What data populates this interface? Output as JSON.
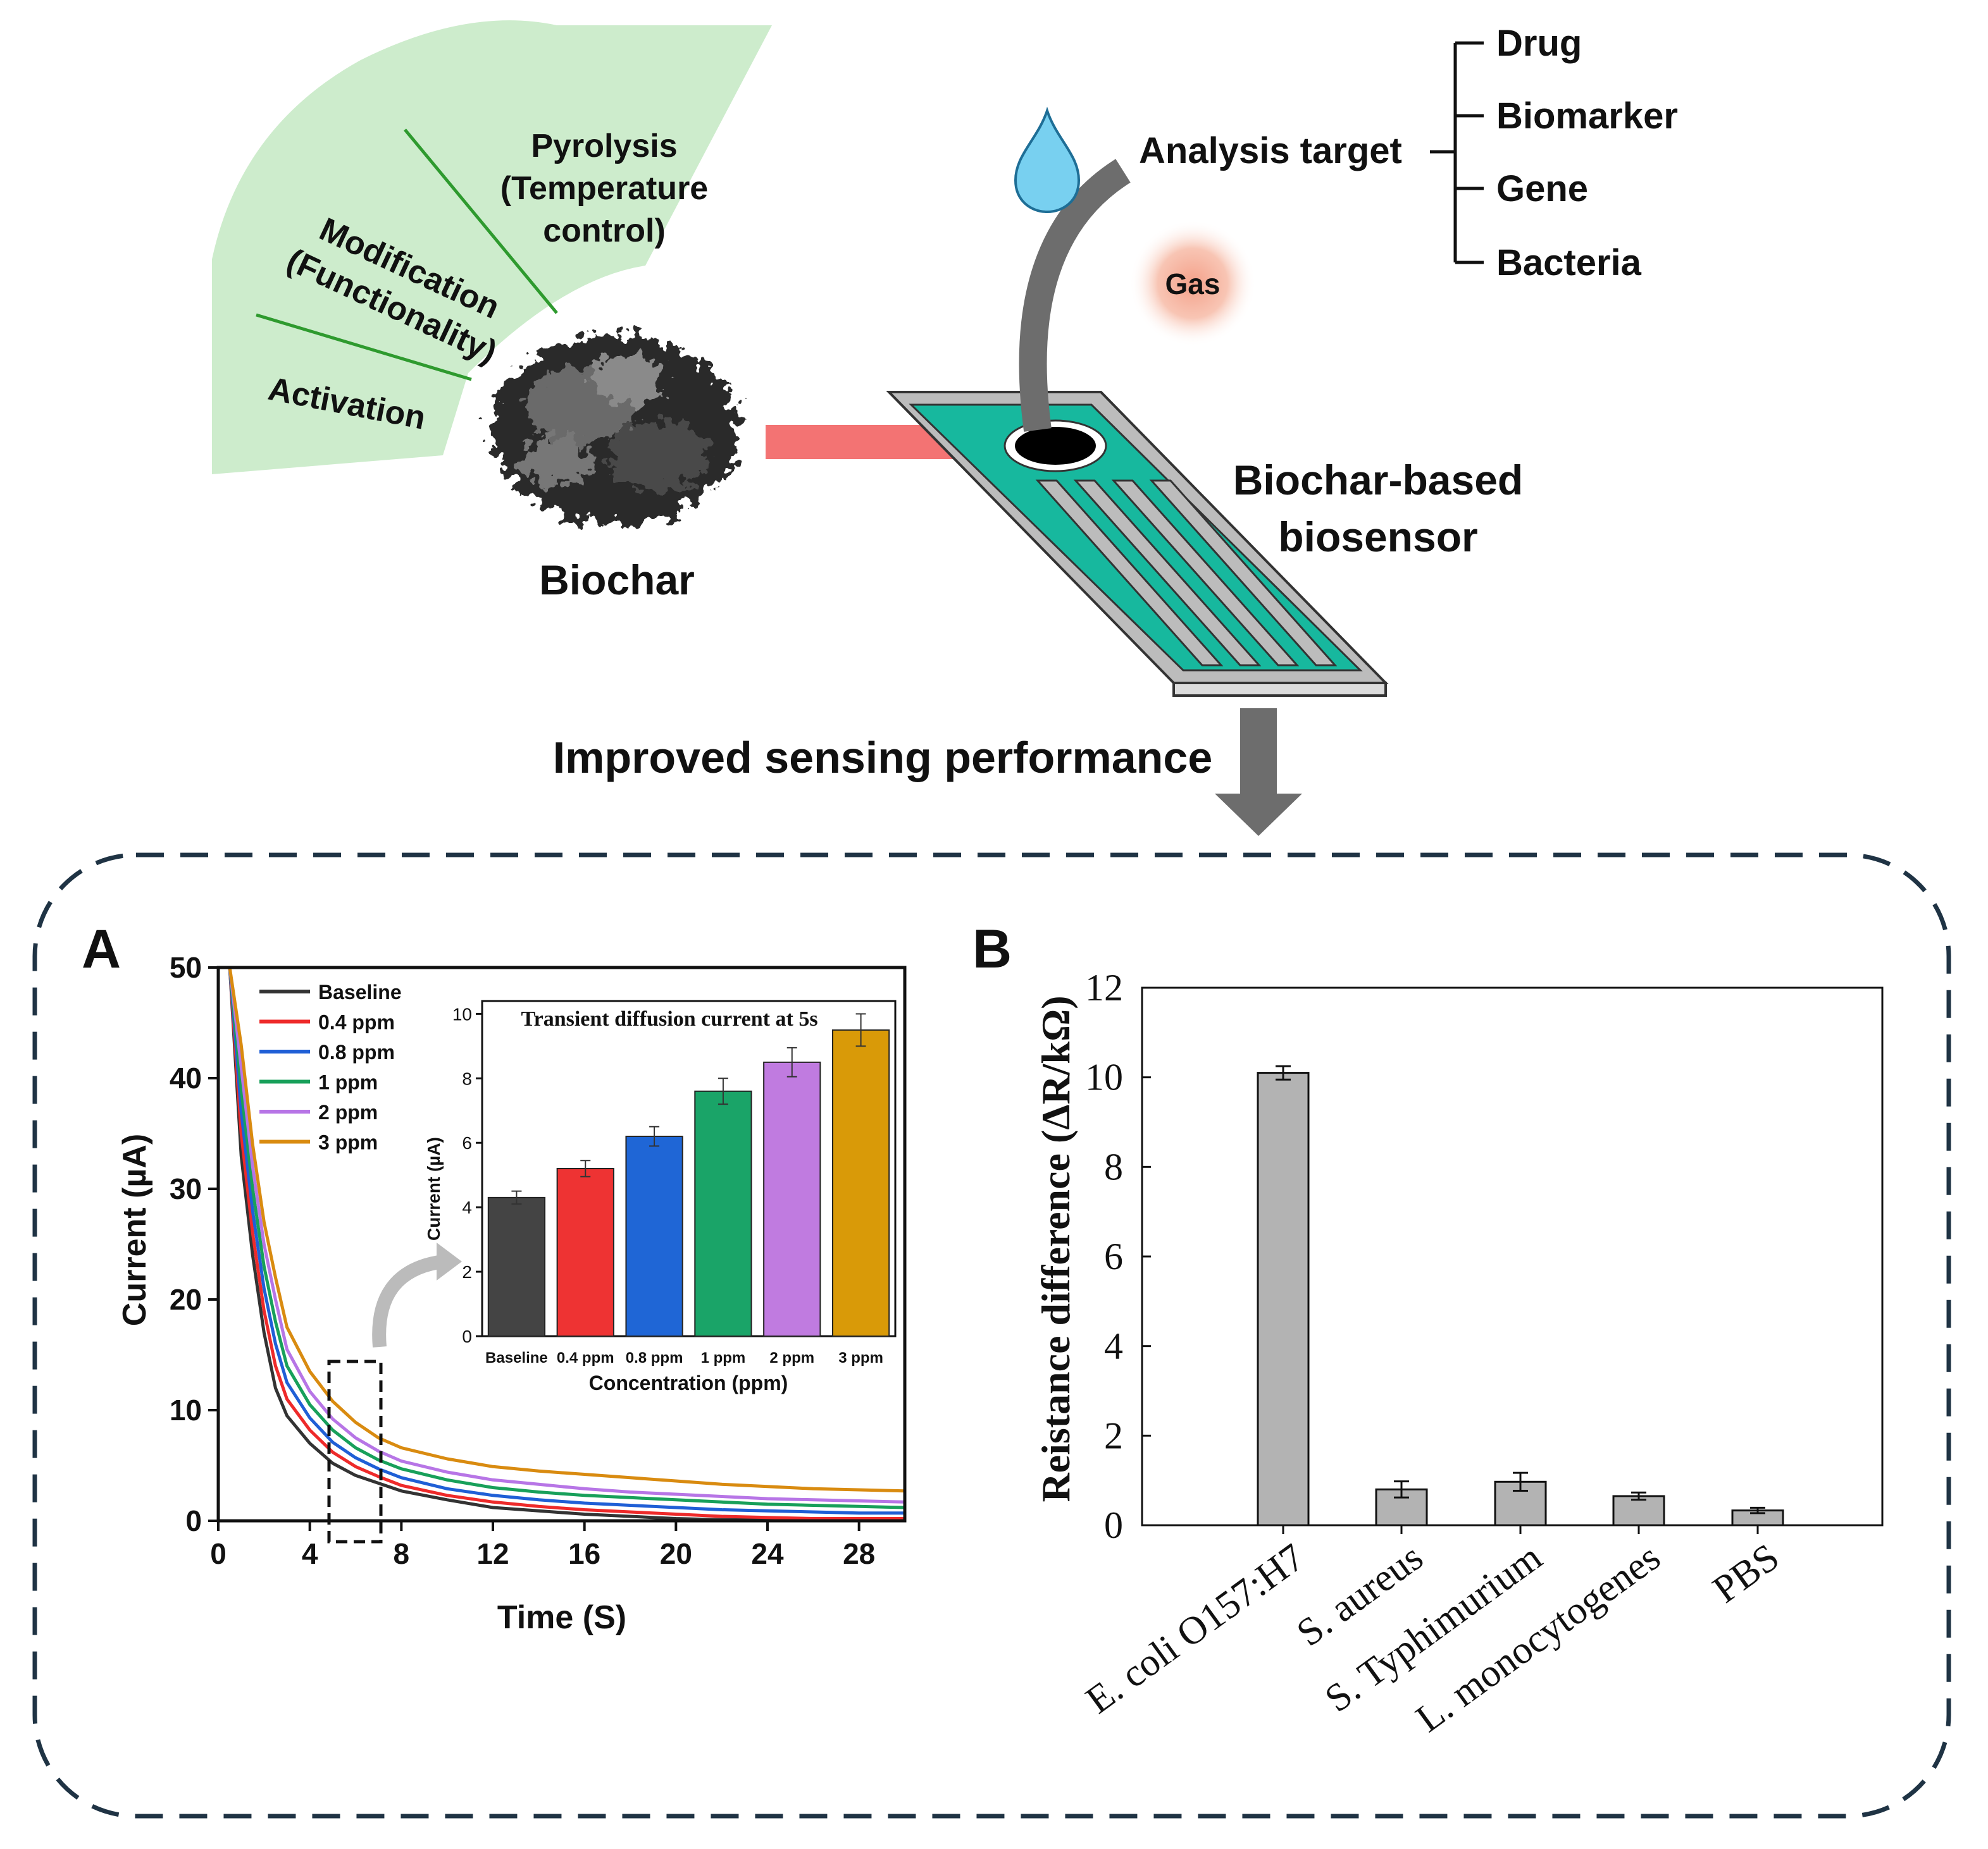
{
  "diagram": {
    "fan_labels": {
      "pyrolysis_1": "Pyrolysis",
      "pyrolysis_2": "(Temperature",
      "pyrolysis_3": "control)",
      "modification_1": "Modification",
      "modification_2": "(Functionality)",
      "activation": "Activation"
    },
    "biochar_label": "Biochar",
    "biosensor_label_1": "Biochar-based",
    "biosensor_label_2": "biosensor",
    "analysis_target": "Analysis target",
    "gas_label": "Gas",
    "targets": [
      "Drug",
      "Biomarker",
      "Gene",
      "Bacteria"
    ],
    "improved_label": "Improved sensing performance",
    "colors": {
      "fan": "#cdeccc",
      "fan_line": "#2e9a2e",
      "sensor_base": "#b9b9b9",
      "sensor_active": "#16b89e",
      "arrow_red": "#f26b6b",
      "arrow_gray": "#6d6d6d",
      "drop": "#78d0f0",
      "gas": "#f4a18a",
      "dashed_box": "#1f3344"
    }
  },
  "panel_a": {
    "letter": "A",
    "chart_data": {
      "type": "line",
      "xlabel": "Time (S)",
      "ylabel": "Current (µA)",
      "xlim": [
        0,
        30
      ],
      "ylim": [
        0,
        50
      ],
      "xticks": [
        0,
        4,
        8,
        12,
        16,
        20,
        24,
        28
      ],
      "yticks": [
        0,
        10,
        20,
        30,
        40,
        50
      ],
      "x": [
        0.5,
        1,
        1.5,
        2,
        2.5,
        3,
        4,
        5,
        6,
        7,
        8,
        10,
        12,
        14,
        16,
        18,
        20,
        22,
        24,
        26,
        28,
        30
      ],
      "series": [
        {
          "name": "Baseline",
          "color": "#333333",
          "values": [
            50,
            33,
            24,
            17,
            12,
            9.5,
            7.0,
            5.2,
            4.1,
            3.4,
            2.7,
            1.9,
            1.2,
            0.9,
            0.6,
            0.4,
            0.2,
            0.1,
            0.1,
            0.05,
            0.05,
            0.05
          ]
        },
        {
          "name": "0.4 ppm",
          "color": "#ee2a2a",
          "values": [
            50,
            35,
            26,
            19,
            14,
            11,
            8.2,
            6.2,
            4.9,
            4.0,
            3.2,
            2.3,
            1.7,
            1.3,
            1.0,
            0.8,
            0.6,
            0.4,
            0.3,
            0.2,
            0.2,
            0.2
          ]
        },
        {
          "name": "0.8 ppm",
          "color": "#1f5fd6",
          "values": [
            50,
            37,
            28,
            21,
            16,
            12.5,
            9.3,
            7.1,
            5.7,
            4.7,
            3.9,
            2.9,
            2.3,
            1.9,
            1.6,
            1.4,
            1.2,
            1.0,
            0.9,
            0.8,
            0.7,
            0.7
          ]
        },
        {
          "name": "1 ppm",
          "color": "#18a05a",
          "values": [
            50,
            39,
            30,
            23,
            18,
            14,
            10.5,
            8.2,
            6.6,
            5.5,
            4.7,
            3.7,
            3.0,
            2.6,
            2.3,
            2.1,
            1.9,
            1.7,
            1.5,
            1.4,
            1.3,
            1.2
          ]
        },
        {
          "name": "2 ppm",
          "color": "#b775e6",
          "values": [
            50,
            41,
            32,
            25,
            20,
            15.5,
            11.7,
            9.2,
            7.5,
            6.3,
            5.4,
            4.4,
            3.7,
            3.3,
            2.9,
            2.6,
            2.4,
            2.2,
            2.0,
            1.9,
            1.8,
            1.7
          ]
        },
        {
          "name": "3 ppm",
          "color": "#d98b10",
          "values": [
            50,
            43,
            34,
            27,
            22,
            17.5,
            13.5,
            10.8,
            8.9,
            7.5,
            6.6,
            5.6,
            4.9,
            4.5,
            4.2,
            3.9,
            3.6,
            3.3,
            3.1,
            2.9,
            2.8,
            2.7
          ]
        }
      ]
    },
    "inset": {
      "chart_data": {
        "type": "bar",
        "title": "Transient diffusion current at 5s",
        "xlabel": "Concentration (ppm)",
        "ylabel": "Current (µA)",
        "ylim": [
          0,
          10.4
        ],
        "yticks": [
          0,
          2,
          4,
          6,
          8,
          10
        ],
        "categories": [
          "Baseline",
          "0.4 ppm",
          "0.8 ppm",
          "1 ppm",
          "2 ppm",
          "3 ppm"
        ],
        "values": [
          4.3,
          5.2,
          6.2,
          7.6,
          8.5,
          9.5
        ],
        "errors": [
          0.2,
          0.25,
          0.3,
          0.4,
          0.45,
          0.5
        ],
        "colors": [
          "#444444",
          "#ee3333",
          "#1f66d6",
          "#1aa468",
          "#c07be0",
          "#d99a08"
        ]
      }
    }
  },
  "panel_b": {
    "letter": "B",
    "chart_data": {
      "type": "bar",
      "ylabel": "Reistance difference (ΔR/kΩ)",
      "ylim": [
        0,
        12
      ],
      "yticks": [
        0,
        2,
        4,
        6,
        8,
        10,
        12
      ],
      "categories": [
        "E. coli O157:H7",
        "S. aureus",
        "S. Typhimurium",
        "L. monocytogenes",
        "PBS"
      ],
      "values": [
        10.1,
        0.8,
        0.97,
        0.65,
        0.33
      ],
      "errors": [
        0.15,
        0.18,
        0.2,
        0.08,
        0.06
      ],
      "bar_color": "#b3b3b3"
    }
  }
}
